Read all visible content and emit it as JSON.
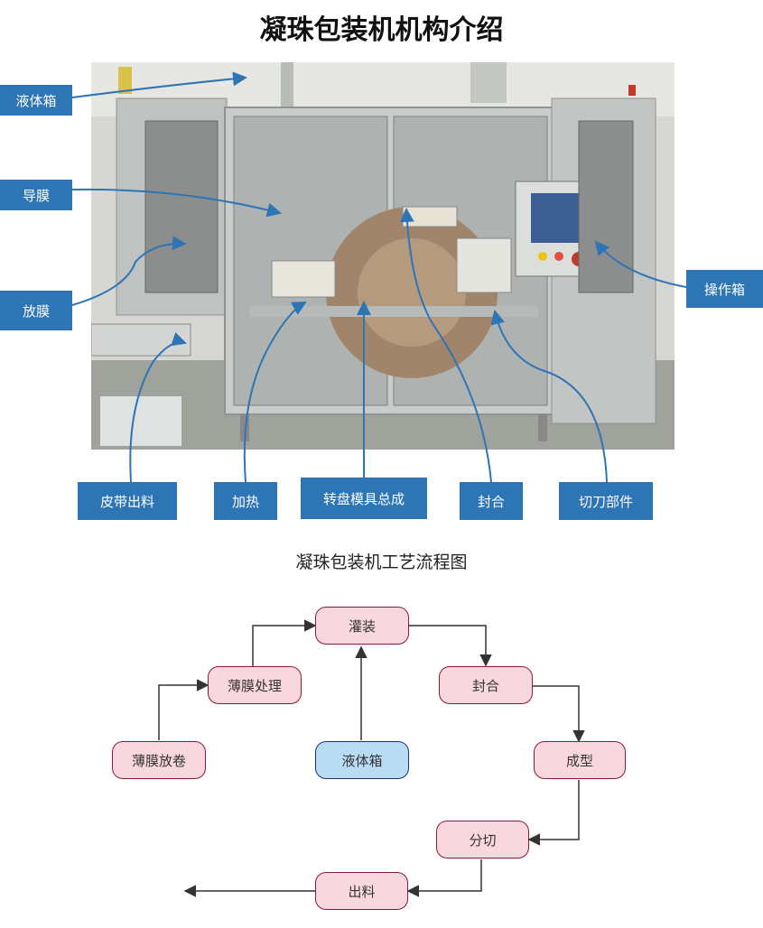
{
  "title": "凝珠包装机机构介绍",
  "callouts": {
    "liquid_tank": "液体箱",
    "film_guide": "导膜",
    "film_release": "放膜",
    "control_box": "操作箱",
    "belt_output": "皮带出料",
    "heating": "加热",
    "turntable_mold": "转盘模具总成",
    "sealing": "封合",
    "cutter": "切刀部件"
  },
  "flow": {
    "title": "凝珠包装机工艺流程图",
    "nodes": {
      "filling": "灌装",
      "sealing": "封合",
      "film_process": "薄膜处理",
      "forming": "成型",
      "film_unwind": "薄膜放卷",
      "liquid_tank": "液体箱",
      "cutting": "分切",
      "discharge": "出料"
    }
  },
  "colors": {
    "callout_blue": "#2e75b6",
    "node_pink": "#f9d7de",
    "node_border": "#8b1a3a",
    "node_blue": "#b9dcf5"
  }
}
